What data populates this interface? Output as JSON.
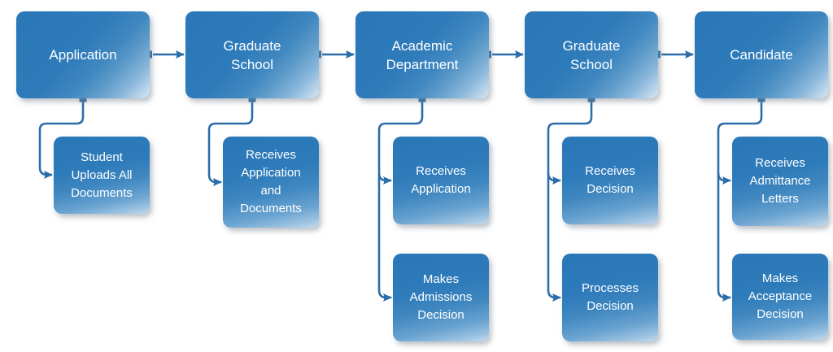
{
  "diagram": {
    "type": "flowchart",
    "direction": "left-to-right",
    "colors": {
      "node_fill_dark": "#2e7bba",
      "node_fill_light": "#dce9f4",
      "connector": "#2b6ea9",
      "text": "#ffffff",
      "background": "#ffffff"
    },
    "columns": [
      {
        "main": "Application",
        "subs": [
          "Student Uploads All Documents"
        ]
      },
      {
        "main": "Graduate School",
        "subs": [
          "Receives Application and Documents"
        ]
      },
      {
        "main": "Academic Department",
        "subs": [
          "Receives Application",
          "Makes Admissions Decision"
        ]
      },
      {
        "main": "Graduate School",
        "subs": [
          "Receives Decision",
          "Processes Decision"
        ]
      },
      {
        "main": "Candidate",
        "subs": [
          "Receives Admittance Letters",
          "Makes Acceptance Decision"
        ]
      }
    ]
  }
}
